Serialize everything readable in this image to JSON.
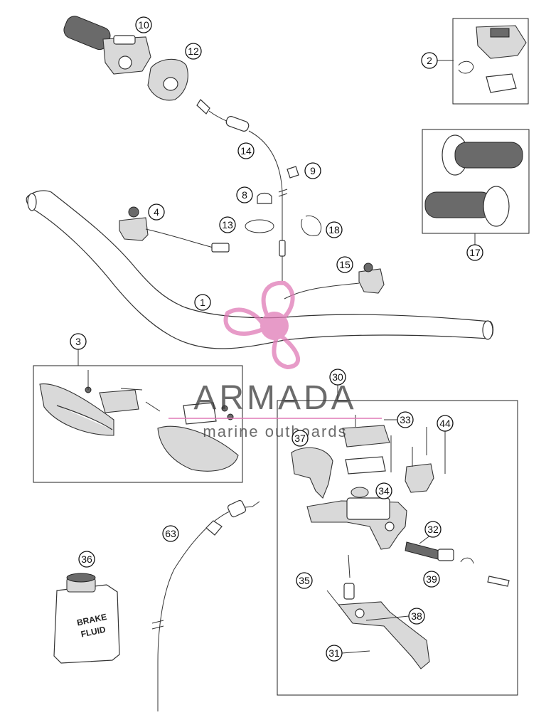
{
  "watermark": {
    "brand": "ARMADA",
    "tagline": "marine outboards",
    "color": "#e07ab6"
  },
  "bottle": {
    "line1": "BRAKE",
    "line2": "FLUID"
  },
  "callouts": [
    "1",
    "2",
    "3",
    "4",
    "8",
    "9",
    "10",
    "12",
    "13",
    "14",
    "15",
    "17",
    "18",
    "30",
    "31",
    "32",
    "33",
    "34",
    "35",
    "36",
    "37",
    "38",
    "39",
    "44",
    "63"
  ]
}
